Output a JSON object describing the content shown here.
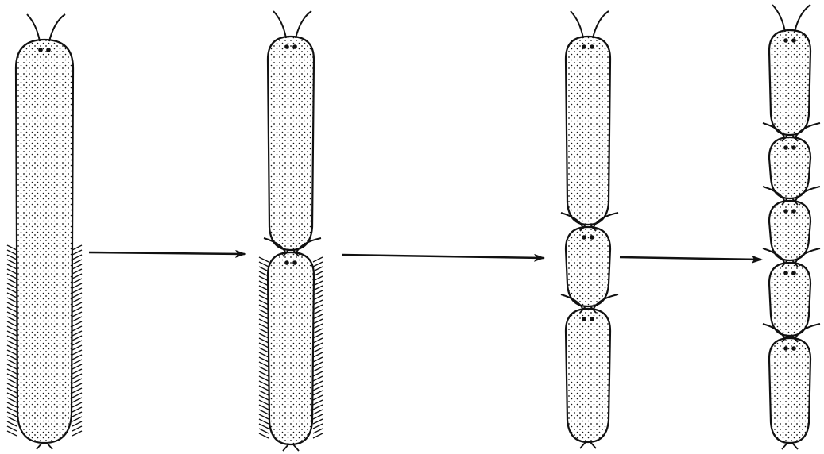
{
  "colors": {
    "background": "#ffffff",
    "ink": "#111111"
  },
  "diagram": {
    "stages": [
      {
        "id": "stage-1",
        "segments": 1
      },
      {
        "id": "stage-2",
        "segments": 2
      },
      {
        "id": "stage-3",
        "segments": 3
      },
      {
        "id": "stage-4",
        "segments": 5
      }
    ],
    "arrows": [
      {
        "from": "stage-1",
        "to": "stage-2"
      },
      {
        "from": "stage-2",
        "to": "stage-3"
      },
      {
        "from": "stage-3",
        "to": "stage-4"
      }
    ]
  }
}
